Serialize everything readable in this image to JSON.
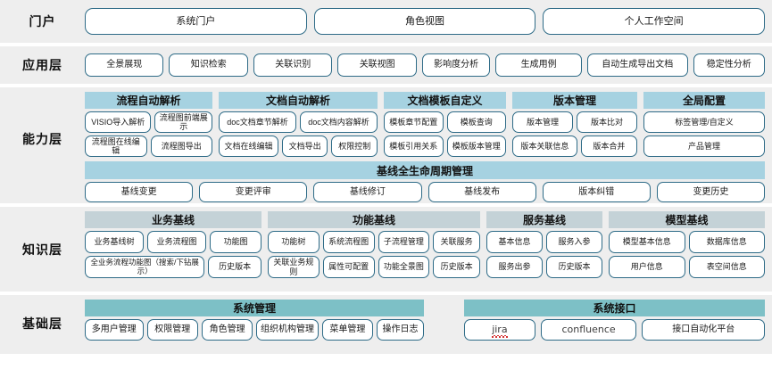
{
  "colors": {
    "band_bg": "#eeeeee",
    "button_border": "#2e6b87",
    "header_blue": "#a6d2e1",
    "header_gray": "#c4d2d7",
    "header_teal": "#7dc0c6",
    "page_bg": "#ffffff"
  },
  "layers": [
    {
      "label": "门户",
      "buttons": [
        "系统门户",
        "角色视图",
        "个人工作空间"
      ]
    },
    {
      "label": "应用层",
      "buttons": [
        "全景展现",
        "知识检索",
        "关联识别",
        "关联视图",
        "影响度分析",
        "生成用例",
        "自动生成导出文档",
        "稳定性分析"
      ]
    },
    {
      "label": "能力层",
      "groups": [
        {
          "title": "流程自动解析",
          "head_color": "blue",
          "rows": [
            [
              "VISIO导入解析",
              "流程图前端展示"
            ],
            [
              "流程图在线编辑",
              "流程图导出"
            ]
          ]
        },
        {
          "title": "文档自动解析",
          "head_color": "blue",
          "rows": [
            [
              "doc文档章节解析",
              "doc文档内容解析"
            ],
            [
              "文档在线编辑",
              "文档导出",
              "权限控制"
            ]
          ]
        },
        {
          "title": "文档模板自定义",
          "head_color": "blue",
          "rows": [
            [
              "模板章节配置",
              "模板查询"
            ],
            [
              "模板引用关系",
              "模板版本管理"
            ]
          ]
        },
        {
          "title": "版本管理",
          "head_color": "blue",
          "rows": [
            [
              "版本管理",
              "版本比对"
            ],
            [
              "版本关联信息",
              "版本合并"
            ]
          ]
        },
        {
          "title": "全局配置",
          "head_color": "blue",
          "rows": [
            [
              "标签管理/自定义"
            ],
            [
              "产品管理"
            ]
          ]
        }
      ],
      "banner": {
        "title": "基线全生命周期管理",
        "head_color": "blue",
        "buttons": [
          "基线变更",
          "变更评审",
          "基线修订",
          "基线发布",
          "版本纠错",
          "变更历史"
        ]
      }
    },
    {
      "label": "知识层",
      "groups": [
        {
          "title": "业务基线",
          "head_color": "gray",
          "rows": [
            [
              "业务基线树",
              "业务流程图",
              "功能图"
            ],
            [
              "全业务流程功能图（搜索/下钻展示）",
              "历史版本"
            ]
          ]
        },
        {
          "title": "功能基线",
          "head_color": "gray",
          "rows": [
            [
              "功能树",
              "系统流程图",
              "子流程管理",
              "关联服务"
            ],
            [
              "关联业务规则",
              "属性可配置",
              "功能全景图",
              "历史版本"
            ]
          ]
        },
        {
          "title": "服务基线",
          "head_color": "gray",
          "rows": [
            [
              "基本信息",
              "服务入参"
            ],
            [
              "服务出参",
              "历史版本"
            ]
          ]
        },
        {
          "title": "模型基线",
          "head_color": "gray",
          "rows": [
            [
              "模型基本信息",
              "数据库信息"
            ],
            [
              "用户信息",
              "表空间信息"
            ]
          ]
        }
      ]
    },
    {
      "label": "基础层",
      "groups": [
        {
          "title": "系统管理",
          "head_color": "teal",
          "rows": [
            [
              "多用户管理",
              "权限管理",
              "角色管理",
              "组织机构管理",
              "菜单管理",
              "操作日志"
            ]
          ]
        },
        {
          "title": "系统接口",
          "head_color": "teal",
          "rows": [
            [
              "jira",
              "confluence",
              "接口自动化平台"
            ]
          ]
        }
      ]
    }
  ]
}
